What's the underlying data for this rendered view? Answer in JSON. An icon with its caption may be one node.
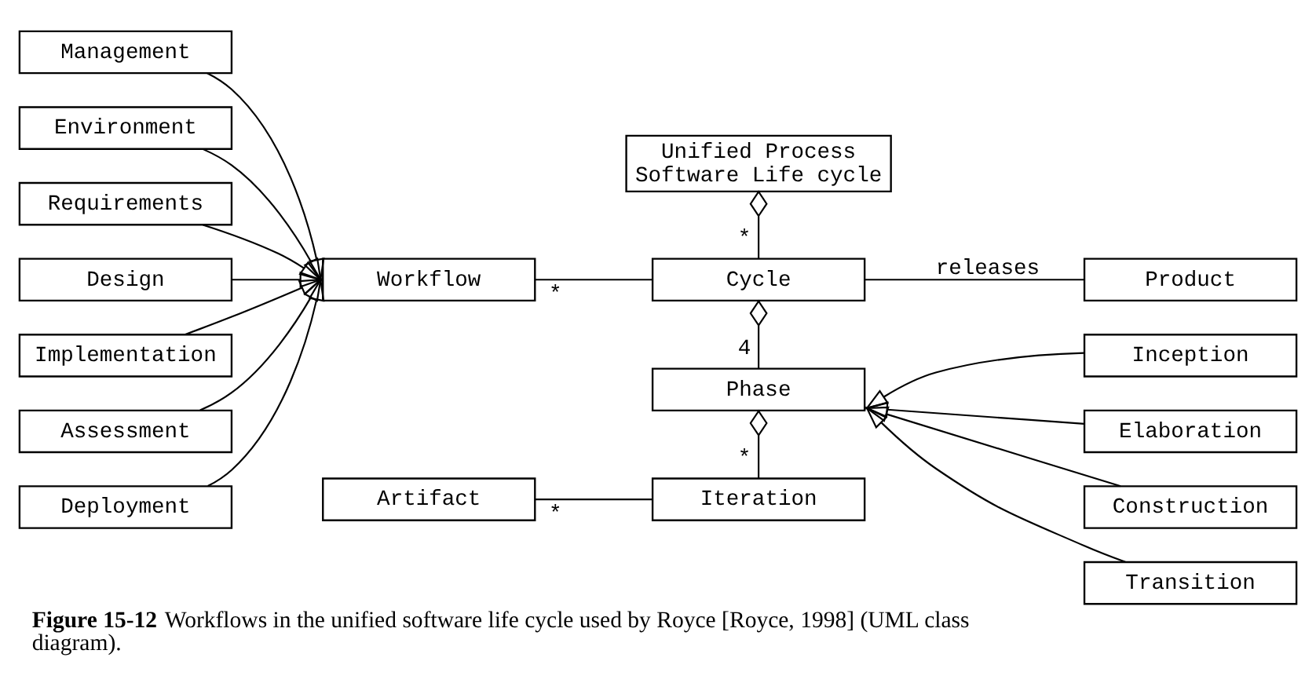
{
  "diagram": {
    "caption": "**Figure 15-12** Workflows in the unified software life cycle used by Royce [Royce, 1998] (UML class diagram).",
    "nodes": [
      {
        "text": [
          "Management"
        ]
      },
      {
        "text": [
          "Environment"
        ]
      },
      {
        "text": [
          "Requirements"
        ]
      },
      {
        "text": [
          "Design"
        ]
      },
      {
        "text": [
          "Implementation"
        ]
      },
      {
        "text": [
          "Assessment"
        ]
      },
      {
        "text": [
          "Deployment"
        ]
      },
      {
        "text": [
          "Unified Process Software Life cycle"
        ]
      },
      {
        "text": [
          "Workflow"
        ]
      },
      {
        "text": [
          "Cycle"
        ]
      },
      {
        "text": [
          "Product"
        ]
      },
      {
        "text": [
          "Phase"
        ]
      },
      {
        "text": [
          "Inception"
        ]
      },
      {
        "text": [
          "Elaboration"
        ]
      },
      {
        "text": [
          "Construction"
        ]
      },
      {
        "text": [
          "Transition"
        ]
      },
      {
        "text": [
          "Artifact"
        ]
      },
      {
        "text": [
          "Iteration"
        ]
      }
    ],
    "edges": [
      {
        "from": 0,
        "to": 8,
        "arrow": "to"
      },
      {
        "from": 1,
        "to": 8,
        "arrow": "to"
      },
      {
        "from": 2,
        "to": 8,
        "arrow": "to"
      },
      {
        "from": 3,
        "to": 8,
        "arrow": "to"
      },
      {
        "from": 4,
        "to": 8,
        "arrow": "to"
      },
      {
        "from": 5,
        "to": 8,
        "arrow": "to"
      },
      {
        "from": 6,
        "to": 8,
        "arrow": "to"
      },
      {
        "from": 7,
        "to": 9,
        "arrow": "other",
        "label": "*"
      },
      {
        "from": 8,
        "to": 9,
        "arrow": "none",
        "label": "*"
      },
      {
        "from": 9,
        "to": 10,
        "arrow": "none",
        "label": "releases"
      },
      {
        "from": 9,
        "to": 11,
        "arrow": "other",
        "label": "4"
      },
      {
        "from": 11,
        "to": 17,
        "arrow": "other",
        "label": "*"
      },
      {
        "from": 16,
        "to": 17,
        "arrow": "none",
        "label": "*"
      },
      {
        "from": 12,
        "to": 11,
        "arrow": "to"
      },
      {
        "from": 13,
        "to": 11,
        "arrow": "to"
      },
      {
        "from": 14,
        "to": 11,
        "arrow": "to"
      },
      {
        "from": 15,
        "to": 11,
        "arrow": "to"
      }
    ]
  }
}
